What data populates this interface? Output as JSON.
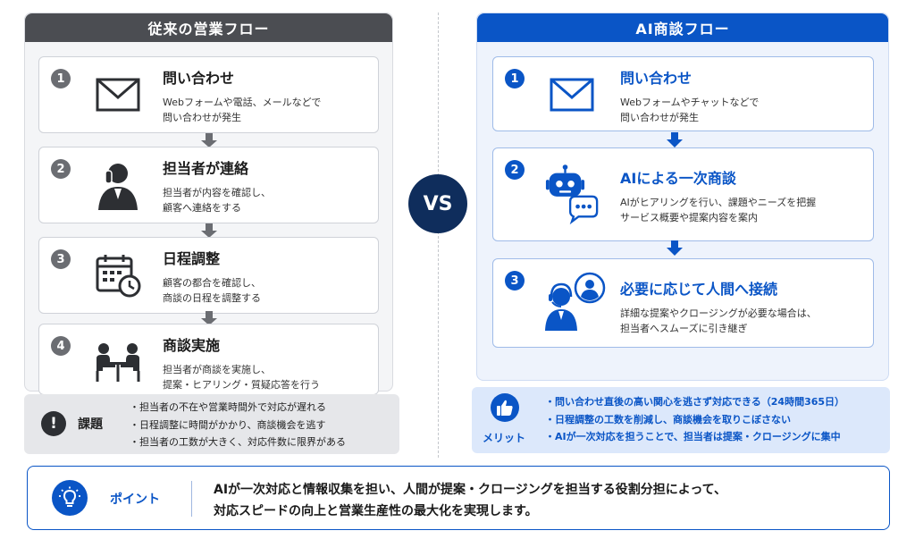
{
  "left": {
    "header": "従来の営業フロー",
    "steps": [
      {
        "num": "1",
        "title": "問い合わせ",
        "desc1": "Webフォームや電話、メールなどで",
        "desc2": "問い合わせが発生",
        "icon": "envelope-icon"
      },
      {
        "num": "2",
        "title": "担当者が連絡",
        "desc1": "担当者が内容を確認し、",
        "desc2": "顧客へ連絡をする",
        "icon": "phone-person-icon"
      },
      {
        "num": "3",
        "title": "日程調整",
        "desc1": "顧客の都合を確認し、",
        "desc2": "商談の日程を調整する",
        "icon": "calendar-clock-icon"
      },
      {
        "num": "4",
        "title": "商談実施",
        "desc1": "担当者が商談を実施し、",
        "desc2": "提案・ヒアリング・質疑応答を行う",
        "icon": "meeting-icon"
      }
    ],
    "issue": {
      "icon_glyph": "!",
      "label": "課題",
      "items": [
        "担当者の不在や営業時間外で対応が遅れる",
        "日程調整に時間がかかり、商談機会を逃す",
        "担当者の工数が大きく、対応件数に限界がある"
      ]
    }
  },
  "vs": "VS",
  "right": {
    "header": "AI商談フロー",
    "steps": [
      {
        "num": "1",
        "title": "問い合わせ",
        "desc1": "Webフォームやチャットなどで",
        "desc2": "問い合わせが発生",
        "icon": "envelope-icon"
      },
      {
        "num": "2",
        "title": "AIによる一次商談",
        "desc1": "AIがヒアリングを行い、課題やニーズを把握",
        "desc2": "サービス概要や提案内容を案内",
        "icon": "robot-chat-icon"
      },
      {
        "num": "3",
        "title": "必要に応じて人間へ接続",
        "desc1": "詳細な提案やクロージングが必要な場合は、",
        "desc2": "担当者へスムーズに引き継ぎ",
        "icon": "operator-icon"
      }
    ],
    "merit": {
      "label": "メリット",
      "items": [
        "問い合わせ直後の高い関心を逃さず対応できる（24時間365日）",
        "日程調整の工数を削減し、商談機会を取りこぼさない",
        "AIが一次対応を担うことで、担当者は提案・クロージングに集中"
      ]
    }
  },
  "point": {
    "label": "ポイント",
    "line1": "AIが一次対応と情報収集を担い、人間が提案・クロージングを担当する役割分担によって、",
    "line2": "対応スピードの向上と営業生産性の最大化を実現します。"
  },
  "colors": {
    "accent_blue": "#0a55c6",
    "dark_gray": "#4b4d52",
    "navy": "#0f2d5c"
  }
}
